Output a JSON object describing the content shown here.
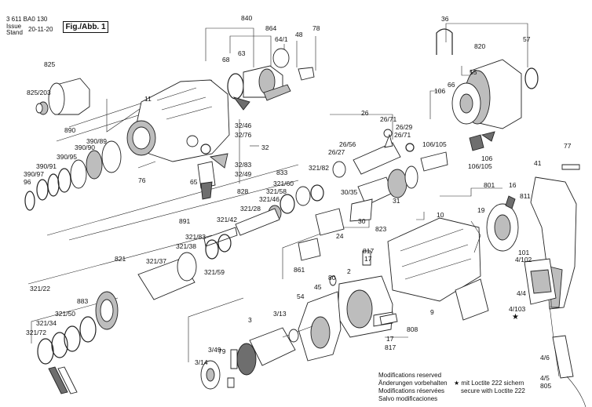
{
  "header": {
    "part_number": "3 611 BA0 130",
    "issue_label": "Issue",
    "stand_label": "Stand",
    "issue_date": "20-11-20",
    "figure": "Fig./Abb. 1"
  },
  "callouts": [
    "840",
    "864",
    "48",
    "78",
    "68",
    "63",
    "64/1",
    "36",
    "820",
    "57",
    "825",
    "825/203",
    "11",
    "55",
    "66",
    "106",
    "890",
    "390/89",
    "390/90",
    "390/95",
    "390/91",
    "390/97",
    "96",
    "32/46",
    "32/76",
    "32",
    "32/83",
    "32/49",
    "65",
    "76",
    "26",
    "26/71",
    "26/29",
    "26/71",
    "26/56",
    "26/27",
    "106/105",
    "106",
    "106/105",
    "77",
    "41",
    "828",
    "833",
    "321/82",
    "321/60",
    "321/58",
    "321/46",
    "321/28",
    "30/35",
    "31",
    "30",
    "891",
    "321/42",
    "321/83",
    "321/38",
    "821",
    "321/37",
    "321/59",
    "24",
    "823",
    "861",
    "10",
    "801",
    "16",
    "811",
    "19",
    "101",
    "4/102",
    "817",
    "17",
    "80",
    "2",
    "883",
    "321/22",
    "321/50",
    "321/34",
    "321/72",
    "54",
    "45",
    "3",
    "3/13",
    "3/49",
    "79",
    "3/14",
    "808",
    "17",
    "817",
    "9",
    "4/4",
    "4/103",
    "4/6",
    "4/5",
    "805"
  ],
  "notes": {
    "modifications": [
      "Modifications reserved",
      "Änderungen vorbehalten",
      "Modifications réservées",
      "Salvo modificaciones"
    ],
    "loctite_en": "mit Loctite 222 sichern",
    "loctite_de": "secure with Loctite 222",
    "star": "★"
  }
}
